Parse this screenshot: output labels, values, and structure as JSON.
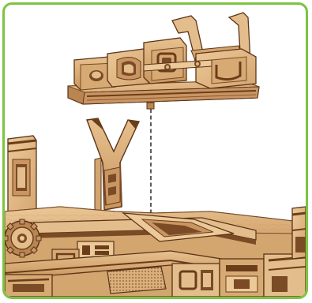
{
  "frame": {
    "border_color": "#7cc442",
    "background": "#ffffff"
  },
  "illustration": {
    "subject": "wooden-model-assembly-instruction",
    "parts": [
      "top-wooden-assembly",
      "y-shaped-support-bracket",
      "dashed-alignment-line",
      "base-platform",
      "left-post",
      "gear-wheel",
      "right-block"
    ],
    "palette": {
      "wood_light": "#e3bd8b",
      "wood_mid": "#d3a56f",
      "wood_dark": "#b98652",
      "wood_edge": "#7a4b25",
      "burnt_edge": "#5a3418"
    }
  }
}
